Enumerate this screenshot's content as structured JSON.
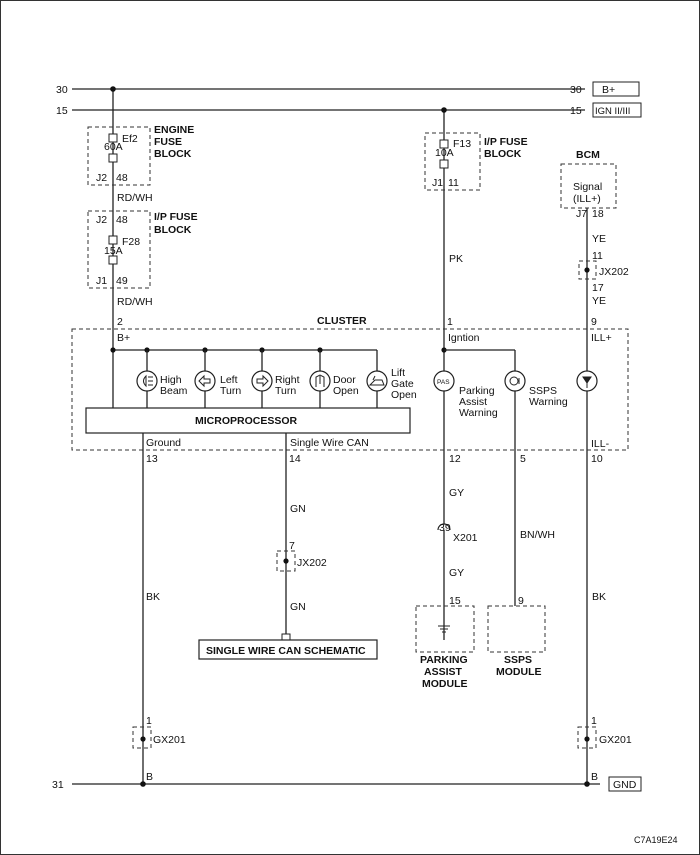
{
  "rails": {
    "b_plus": {
      "left_num": "30",
      "right_num": "30",
      "label": "B+"
    },
    "ign": {
      "left_num": "15",
      "right_num": "15",
      "label": "IGN II/III"
    },
    "gnd": {
      "left_num": "31",
      "label": "GND",
      "pin_left": "B",
      "pin_right": "B"
    }
  },
  "engine_fuse": {
    "title1": "ENGINE",
    "title2": "FUSE",
    "title3": "BLOCK",
    "fuse": "Ef2",
    "rating": "60A",
    "conn": "J2",
    "pin": "48"
  },
  "wire_rdwh_1": "RD/WH",
  "ip_fuse_left": {
    "title1": "I/P FUSE",
    "title2": "BLOCK",
    "pin_top_conn": "J2",
    "pin_top": "48",
    "fuse": "F28",
    "rating": "15A",
    "conn": "J1",
    "pin": "49"
  },
  "wire_rdwh_2": "RD/WH",
  "ip_fuse_right": {
    "title1": "I/P FUSE",
    "title2": "BLOCK",
    "fuse": "F13",
    "rating": "10A",
    "conn": "J1",
    "pin": "11"
  },
  "bcm": {
    "title": "BCM",
    "signal1": "Signal",
    "signal2": "(ILL+)",
    "conn": "J7",
    "pin": "18"
  },
  "cluster": {
    "title": "CLUSTER",
    "pin_bplus": "2",
    "bplus": "B+",
    "pin_ign": "1",
    "ign": "Igntion",
    "pin_ill": "9",
    "ill_plus": "ILL+",
    "ill_minus": "ILL-",
    "micro": "MICROPROCESSOR",
    "ground": "Ground",
    "swcan": "Single Wire CAN",
    "pin_gnd": "13",
    "pin_can": "14",
    "pin_pas": "12",
    "pin_ssps": "5",
    "pin_ill_minus": "10",
    "lamps": [
      {
        "l1": "High",
        "l2": "Beam"
      },
      {
        "l1": "Left",
        "l2": "Turn"
      },
      {
        "l1": "Right",
        "l2": "Turn"
      },
      {
        "l1": "Door",
        "l2": "Open"
      },
      {
        "l1": "Lift",
        "l2": "Gate",
        "l3": "Open"
      }
    ],
    "pas_icon": "PAS",
    "pas_l1": "Parking",
    "pas_l2": "Assist",
    "pas_l3": "Warning",
    "ssps_l1": "SSPS",
    "ssps_l2": "Warning"
  },
  "wires": {
    "pk": "PK",
    "ye1": "YE",
    "ye2": "YE",
    "gn1": "GN",
    "gn2": "GN",
    "gy1": "GY",
    "gy2": "GY",
    "bnwh": "BN/WH",
    "bk_left": "BK",
    "bk_right": "BK"
  },
  "jx202_top": {
    "label": "JX202",
    "pin_top": "11",
    "pin_bottom": "17"
  },
  "jx202_can": {
    "label": "JX202",
    "pin": "7"
  },
  "x201": {
    "label": "X201",
    "pin": "39"
  },
  "gx201_left": {
    "label": "GX201",
    "pin": "1"
  },
  "gx201_right": {
    "label": "GX201",
    "pin": "1"
  },
  "swcan_box": "SINGLE WIRE CAN SCHEMATIC",
  "pam": {
    "pin": "15",
    "l1": "PARKING",
    "l2": "ASSIST",
    "l3": "MODULE"
  },
  "ssps": {
    "pin": "9",
    "l1": "SSPS",
    "l2": "MODULE"
  },
  "figure_code": "C7A19E24"
}
